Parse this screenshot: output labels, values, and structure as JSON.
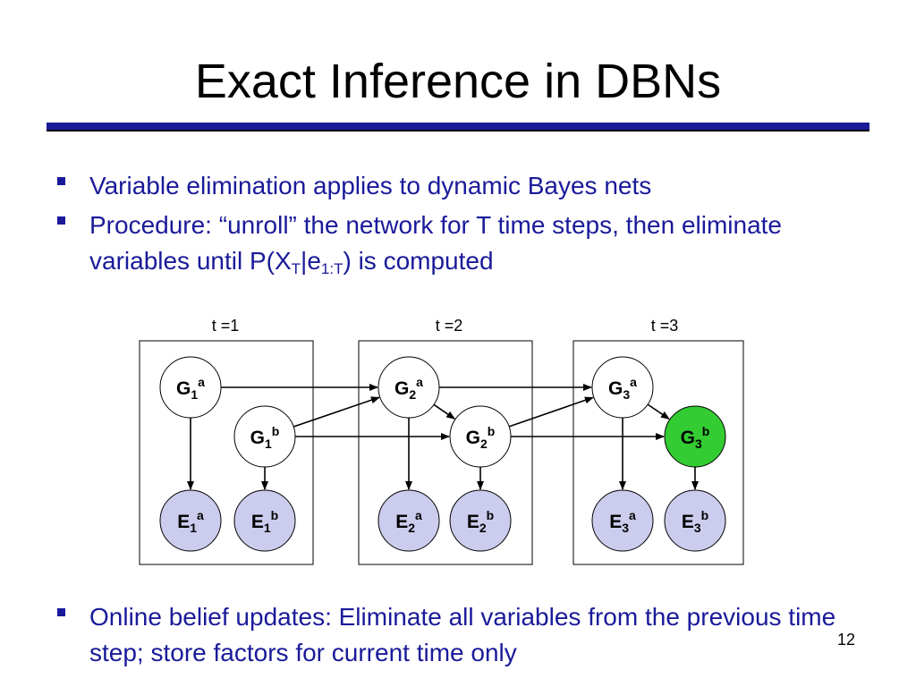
{
  "slide": {
    "title": "Exact Inference in DBNs",
    "page_number": "12",
    "accent_color": "#1a1a9a",
    "bullets": [
      {
        "text": "Variable elimination applies to dynamic Bayes nets"
      },
      {
        "text_a": "Procedure: “unroll” the network for T time steps, then eliminate variables until P(X",
        "sub1": "T",
        "text_b": "|e",
        "sub2": "1:T",
        "text_c": ") is computed"
      }
    ],
    "bottom_bullet": "Online belief updates: Eliminate all variables from the previous time step; store factors for current time only"
  },
  "diagram": {
    "time_labels": [
      "t =1",
      "t =2",
      "t =3"
    ],
    "node_colors": {
      "hidden": "#ffffff",
      "evidence": "#ccccee",
      "highlight": "#33cc33"
    },
    "nodes": [
      {
        "id": "g1a",
        "base": "G",
        "sub": "1",
        "sup": "a",
        "kind": "hidden"
      },
      {
        "id": "g1b",
        "base": "G",
        "sub": "1",
        "sup": "b",
        "kind": "hidden"
      },
      {
        "id": "e1a",
        "base": "E",
        "sub": "1",
        "sup": "a",
        "kind": "evidence"
      },
      {
        "id": "e1b",
        "base": "E",
        "sub": "1",
        "sup": "b",
        "kind": "evidence"
      },
      {
        "id": "g2a",
        "base": "G",
        "sub": "2",
        "sup": "a",
        "kind": "hidden"
      },
      {
        "id": "g2b",
        "base": "G",
        "sub": "2",
        "sup": "b",
        "kind": "hidden"
      },
      {
        "id": "e2a",
        "base": "E",
        "sub": "2",
        "sup": "a",
        "kind": "evidence"
      },
      {
        "id": "e2b",
        "base": "E",
        "sub": "2",
        "sup": "b",
        "kind": "evidence"
      },
      {
        "id": "g3a",
        "base": "G",
        "sub": "3",
        "sup": "a",
        "kind": "hidden"
      },
      {
        "id": "g3b",
        "base": "G",
        "sub": "3",
        "sup": "b",
        "kind": "highlight"
      },
      {
        "id": "e3a",
        "base": "E",
        "sub": "3",
        "sup": "a",
        "kind": "evidence"
      },
      {
        "id": "e3b",
        "base": "E",
        "sub": "3",
        "sup": "b",
        "kind": "evidence"
      }
    ],
    "edges": [
      [
        "g1a",
        "e1a"
      ],
      [
        "g1b",
        "e1b"
      ],
      [
        "g1a",
        "g2a"
      ],
      [
        "g1b",
        "g2a"
      ],
      [
        "g1b",
        "g2b"
      ],
      [
        "g2a",
        "g2b"
      ],
      [
        "g2a",
        "e2a"
      ],
      [
        "g2b",
        "e2b"
      ],
      [
        "g2a",
        "g3a"
      ],
      [
        "g2b",
        "g3a"
      ],
      [
        "g2b",
        "g3b"
      ],
      [
        "g3a",
        "g3b"
      ],
      [
        "g3a",
        "e3a"
      ],
      [
        "g3b",
        "e3b"
      ]
    ]
  }
}
